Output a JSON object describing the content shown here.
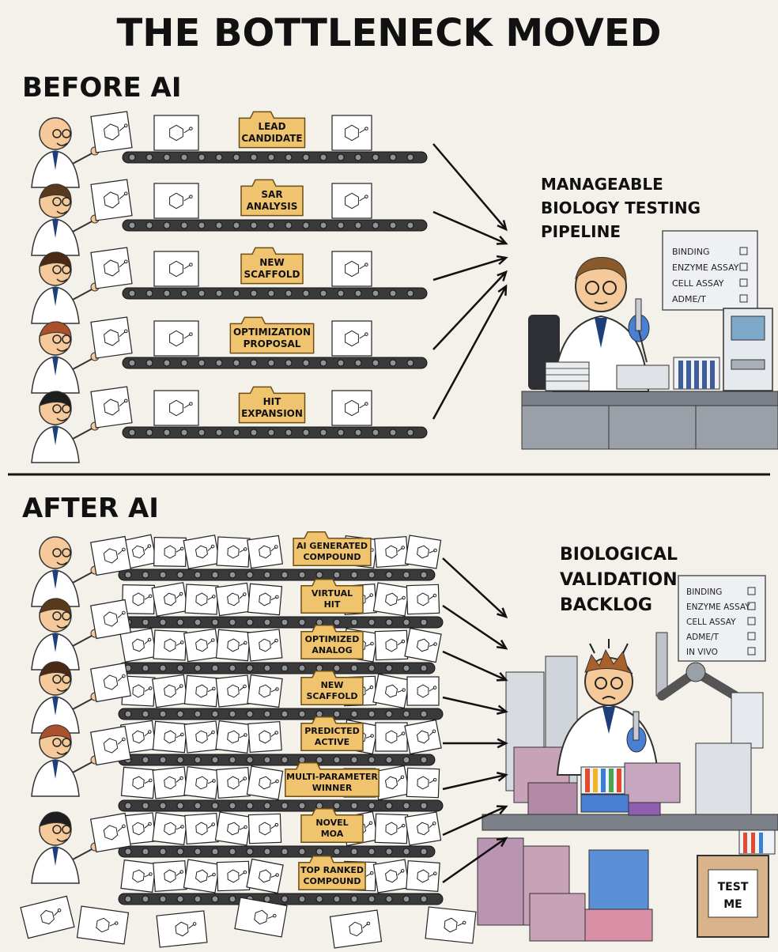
{
  "title": "THE BOTTLENECK MOVED",
  "before": {
    "heading": "BEFORE AI",
    "pipeline_label_lines": [
      "MANAGEABLE",
      "BIOLOGY TESTING",
      "PIPELINE"
    ],
    "checklist": [
      "BINDING",
      "ENZYME ASSAY",
      "CELL ASSAY",
      "ADME/T"
    ],
    "folders": [
      [
        "LEAD",
        "CANDIDATE"
      ],
      [
        "SAR",
        "ANALYSIS"
      ],
      [
        "NEW",
        "SCAFFOLD"
      ],
      [
        "OPTIMIZATION",
        "PROPOSAL"
      ],
      [
        "HIT",
        "EXPANSION"
      ]
    ]
  },
  "after": {
    "heading": "AFTER AI",
    "backlog_label_lines": [
      "BIOLOGICAL",
      "VALIDATION",
      "BACKLOG"
    ],
    "checklist": [
      "BINDING",
      "ENZYME ASSAY",
      "CELL ASSAY",
      "ADME/T",
      "IN VIVO"
    ],
    "folders": [
      [
        "AI GENERATED",
        "COMPOUND"
      ],
      [
        "VIRTUAL",
        "HIT"
      ],
      [
        "OPTIMIZED",
        "ANALOG"
      ],
      [
        "NEW",
        "SCAFFOLD"
      ],
      [
        "PREDICTED",
        "ACTIVE"
      ],
      [
        "MULTI-PARAMETER",
        "WINNER"
      ],
      [
        "NOVEL",
        "MOA"
      ],
      [
        "TOP RANKED",
        "COMPOUND"
      ]
    ],
    "box_label_lines": [
      "TEST",
      "ME"
    ]
  },
  "colors": {
    "background": "#f4f1ea",
    "folder": "#f0c46f",
    "belt": "#3a3a3a",
    "lab_coat": "#ffffff",
    "glove": "#4a7fd4",
    "skin": "#f5c99a"
  }
}
